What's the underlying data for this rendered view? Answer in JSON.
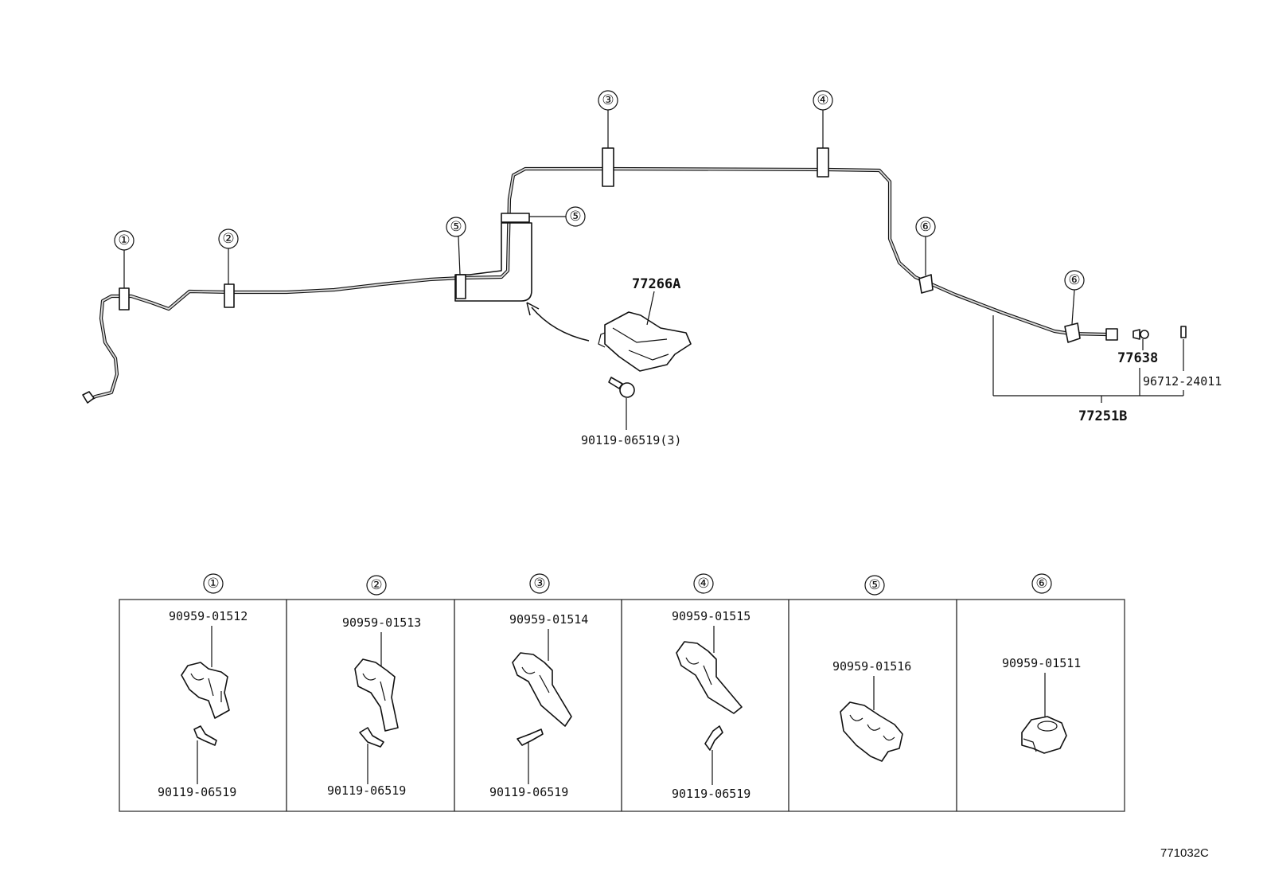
{
  "callouts": {
    "c1": "①",
    "c2": "②",
    "c3": "③",
    "c4": "④",
    "c5": "⑤",
    "c6": "⑥"
  },
  "main_parts": {
    "bracket_77266A": "77266A",
    "bolt_main": "90119-06519(3)",
    "grommet_77638": "77638",
    "pin_96712": "96712-24011",
    "tube_77251B": "77251B"
  },
  "detail_panels": [
    {
      "callout": "①",
      "clamp": "90959-01512",
      "bolt": "90119-06519"
    },
    {
      "callout": "②",
      "clamp": "90959-01513",
      "bolt": "90119-06519"
    },
    {
      "callout": "③",
      "clamp": "90959-01514",
      "bolt": "90119-06519"
    },
    {
      "callout": "④",
      "clamp": "90959-01515",
      "bolt": "90119-06519"
    },
    {
      "callout": "⑤",
      "clamp": "90959-01516",
      "bolt": ""
    },
    {
      "callout": "⑥",
      "clamp": "90959-01511",
      "bolt": ""
    }
  ],
  "diagram_ref": "771032C"
}
